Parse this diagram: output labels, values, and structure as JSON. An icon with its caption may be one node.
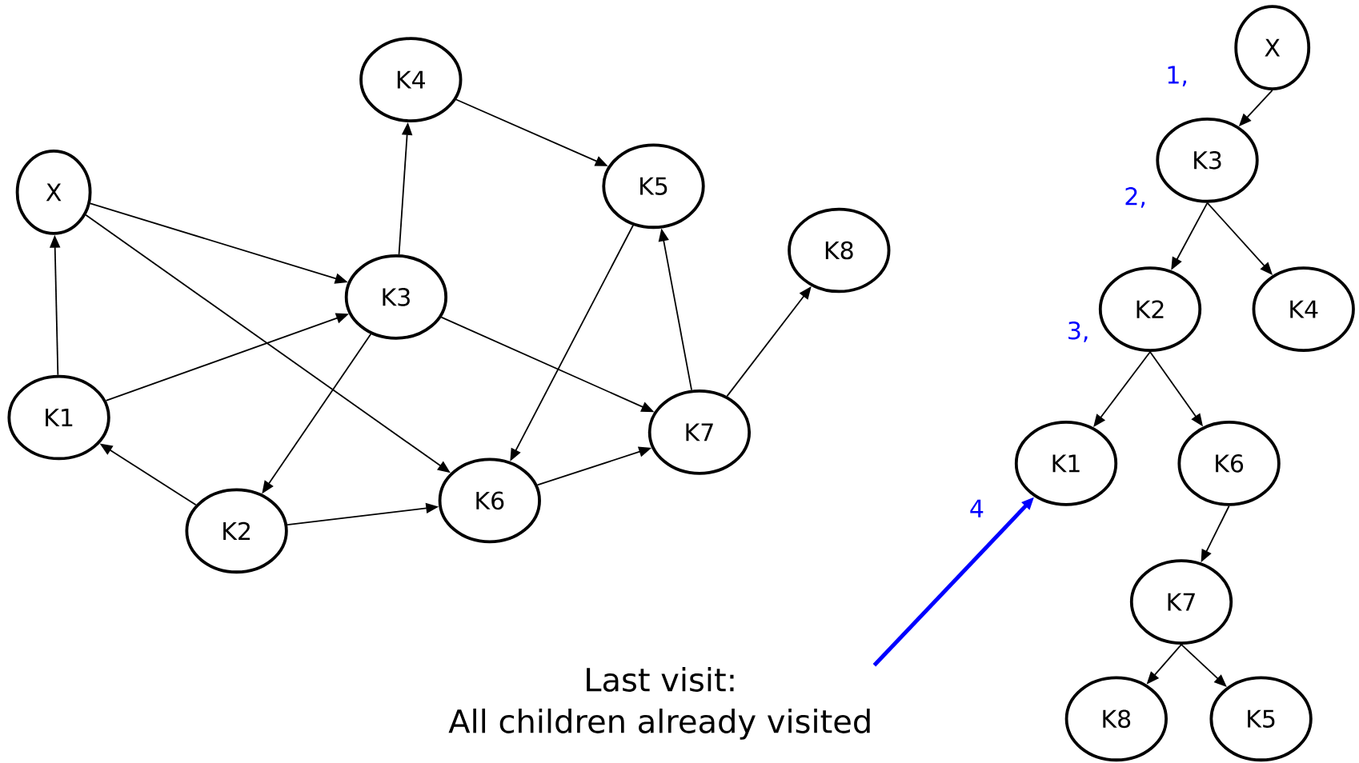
{
  "diagram": {
    "nodes": [
      {
        "text": [
          "X"
        ]
      },
      {
        "text": [
          "K4"
        ]
      },
      {
        "text": [
          "K5"
        ]
      },
      {
        "text": [
          "K8"
        ]
      },
      {
        "text": [
          "K3"
        ]
      },
      {
        "text": [
          "K1"
        ]
      },
      {
        "text": [
          "K7"
        ]
      },
      {
        "text": [
          "K6"
        ]
      },
      {
        "text": [
          "K2"
        ]
      },
      {
        "text": [
          "X"
        ]
      },
      {
        "text": [
          "K3"
        ]
      },
      {
        "text": [
          "K2"
        ]
      },
      {
        "text": [
          "K4"
        ]
      },
      {
        "text": [
          "K1"
        ]
      },
      {
        "text": [
          "K6"
        ]
      },
      {
        "text": [
          "K7"
        ]
      },
      {
        "text": [
          "K8"
        ]
      },
      {
        "text": [
          "K5"
        ]
      },
      {
        "text": [
          "Last visit:",
          "All children already visited"
        ]
      }
    ],
    "edges": [
      {
        "from": 5,
        "to": 0,
        "arrow": "to"
      },
      {
        "from": 0,
        "to": 4,
        "arrow": "to"
      },
      {
        "from": 0,
        "to": 7,
        "arrow": "to"
      },
      {
        "from": 5,
        "to": 4,
        "arrow": "to"
      },
      {
        "from": 8,
        "to": 5,
        "arrow": "to"
      },
      {
        "from": 4,
        "to": 8,
        "arrow": "to"
      },
      {
        "from": 8,
        "to": 7,
        "arrow": "to"
      },
      {
        "from": 4,
        "to": 1,
        "arrow": "to"
      },
      {
        "from": 1,
        "to": 2,
        "arrow": "to"
      },
      {
        "from": 4,
        "to": 6,
        "arrow": "to"
      },
      {
        "from": 2,
        "to": 7,
        "arrow": "to"
      },
      {
        "from": 7,
        "to": 6,
        "arrow": "to"
      },
      {
        "from": 6,
        "to": 2,
        "arrow": "to"
      },
      {
        "from": 6,
        "to": 3,
        "arrow": "to"
      },
      {
        "from": 9,
        "to": 10,
        "arrow": "to"
      },
      {
        "from": 10,
        "to": 11,
        "arrow": "to"
      },
      {
        "from": 10,
        "to": 12,
        "arrow": "to"
      },
      {
        "from": 11,
        "to": 13,
        "arrow": "to"
      },
      {
        "from": 11,
        "to": 14,
        "arrow": "to"
      },
      {
        "from": 14,
        "to": 15,
        "arrow": "to"
      },
      {
        "from": 15,
        "to": 16,
        "arrow": "to"
      },
      {
        "from": 15,
        "to": 17,
        "arrow": "to"
      },
      {
        "from": 18,
        "to": 13,
        "arrow": "to",
        "style": "thick",
        "color": "#0000ff"
      }
    ],
    "labels": [
      "1,",
      "2,",
      "3,",
      "4"
    ]
  }
}
